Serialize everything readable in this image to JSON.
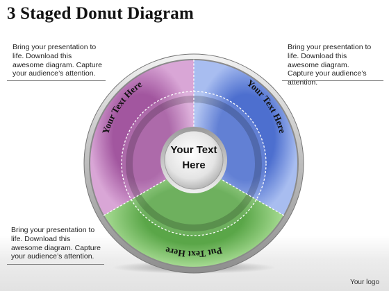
{
  "title": "3 Staged Donut Diagram",
  "notes": {
    "top_left": "Bring your presentation to life. Download this awesome diagram. Capture your audience’s attention.",
    "top_right": "Bring your presentation to life. Download this awesome diagram. Capture your audience’s attention.",
    "bottom_left": "Bring your presentation to life. Download this awesome diagram. Capture your audience’s attention."
  },
  "diagram": {
    "center_line1": "Your Text",
    "center_line2": "Here",
    "segments": [
      {
        "label": "Your Text Here",
        "color": "#c27fc0"
      },
      {
        "label": "Your Text Here",
        "color": "#6f8fdc"
      },
      {
        "label": "Put Text Here",
        "color": "#72b85f"
      }
    ],
    "stages": 3
  },
  "footer_logo": "Your logo"
}
